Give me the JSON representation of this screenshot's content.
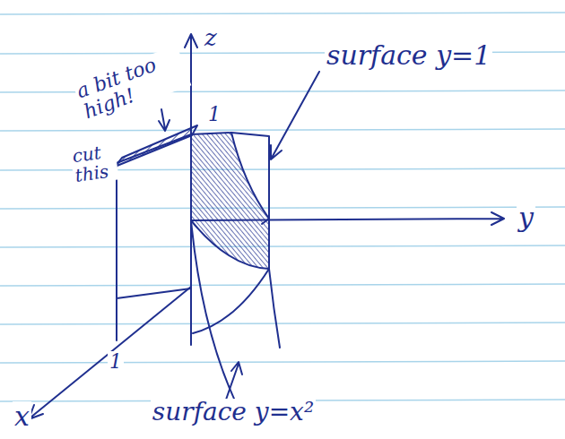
{
  "diagram": {
    "labels": [
      "a bit too high!",
      "cut this",
      "1",
      "surface y=1",
      "z",
      "y",
      "1",
      "x",
      "surface y=x²"
    ]
  }
}
